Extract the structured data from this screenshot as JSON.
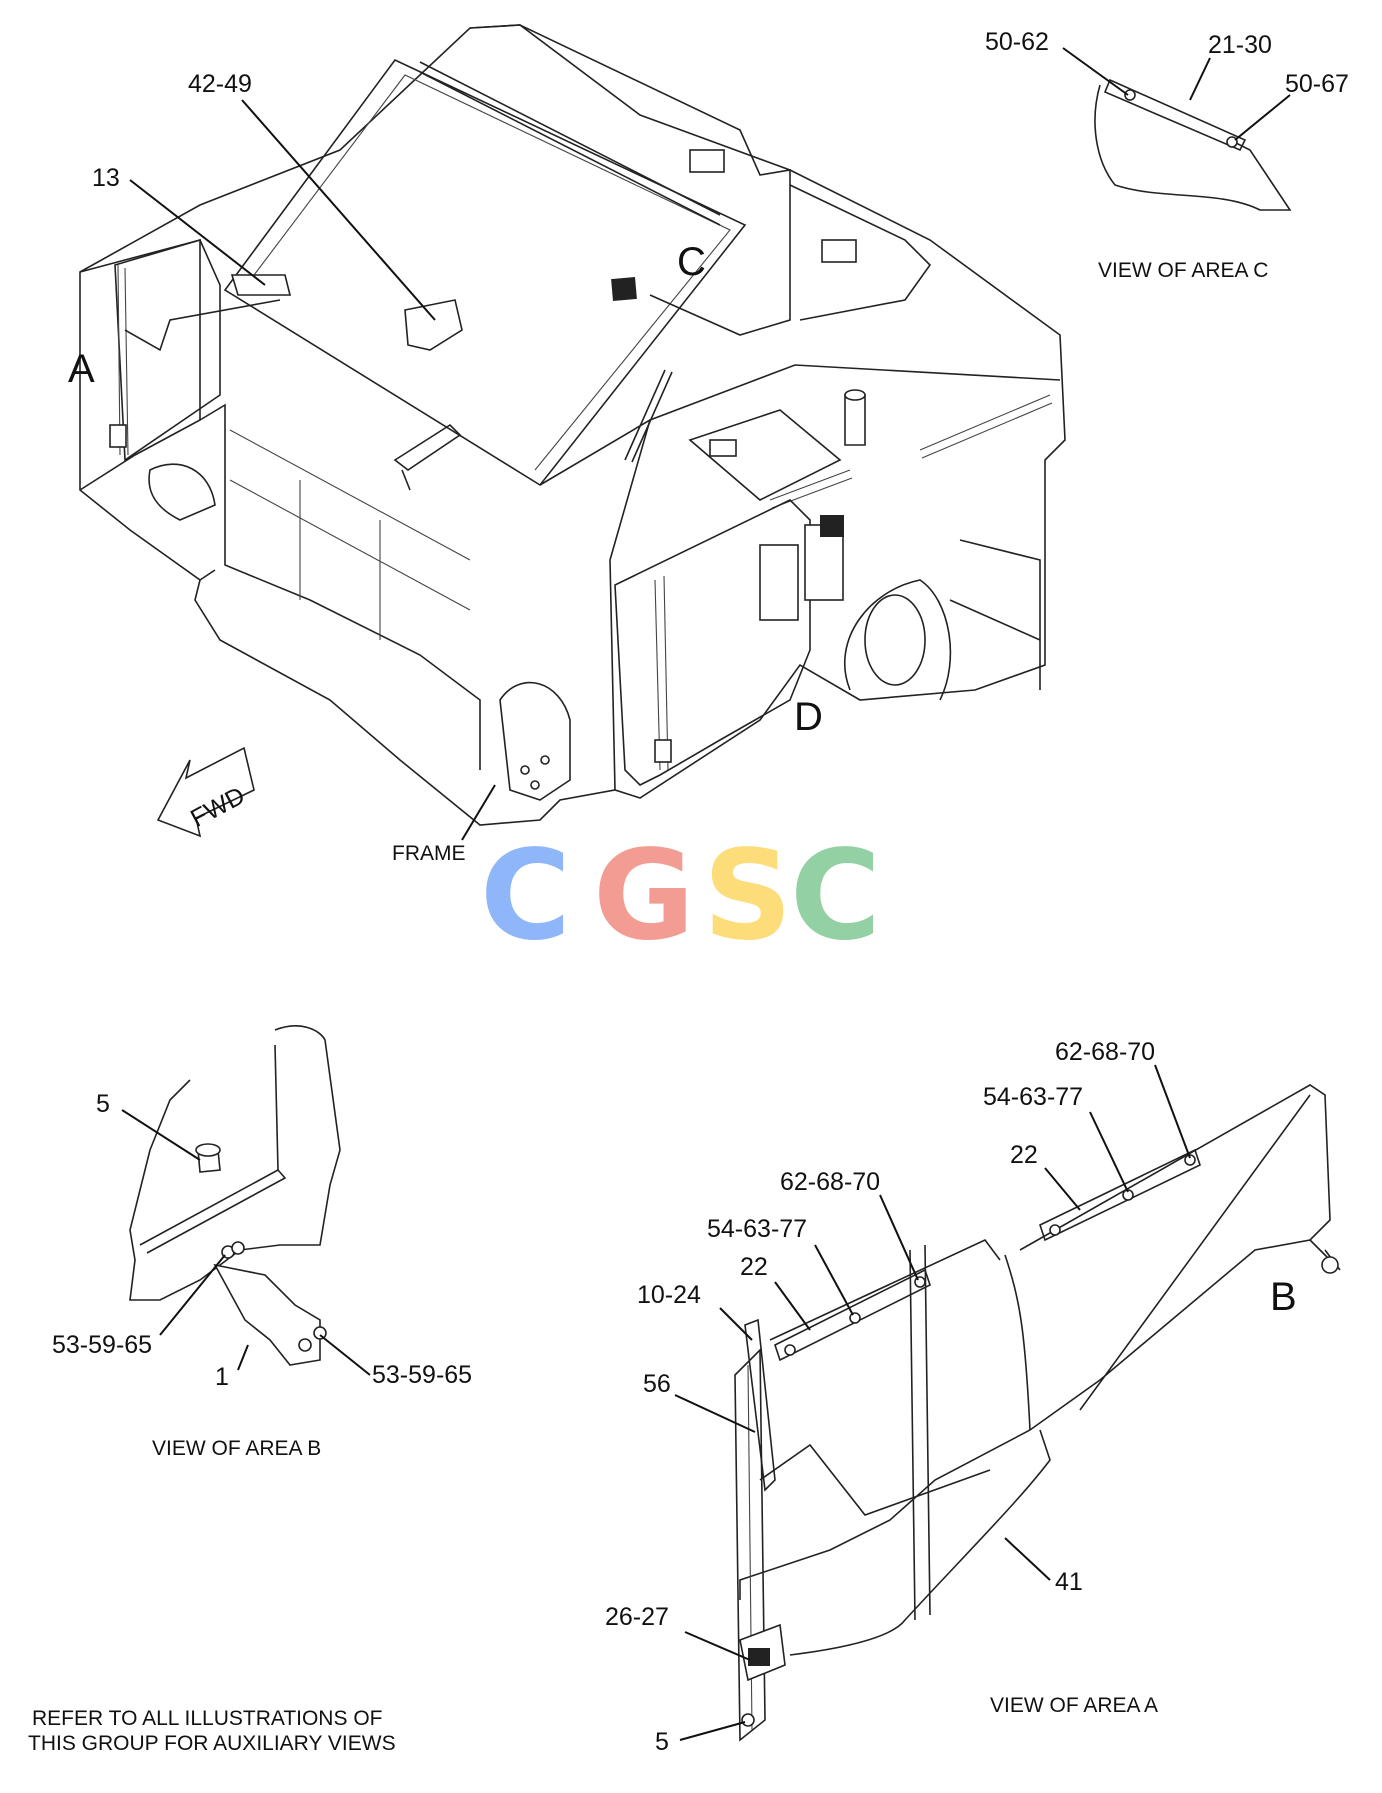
{
  "main_view": {
    "callouts": {
      "c42_49": "42-49",
      "c13": "13"
    },
    "area_letters": {
      "a": "A",
      "c": "C",
      "d": "D"
    },
    "fwd_label": "FWD",
    "frame_label": "FRAME"
  },
  "view_c": {
    "callouts": {
      "c50_62": "50-62",
      "c21_30": "21-30",
      "c50_67": "50-67"
    },
    "caption": "VIEW OF AREA C"
  },
  "view_b": {
    "callouts": {
      "c5": "5",
      "c53_59_65_left": "53-59-65",
      "c53_59_65_right": "53-59-65",
      "c1": "1"
    },
    "caption": "VIEW OF AREA B"
  },
  "view_a": {
    "callouts": {
      "c62_68_70_upper": "62-68-70",
      "c54_63_77_upper": "54-63-77",
      "c22_upper": "22",
      "c62_68_70_lower": "62-68-70",
      "c54_63_77_lower": "54-63-77",
      "c22_lower": "22",
      "c10_24": "10-24",
      "c56": "56",
      "c41": "41",
      "c26_27": "26-27",
      "c5": "5",
      "b": "B"
    },
    "caption": "VIEW OF AREA A"
  },
  "note": {
    "line1": "REFER TO ALL ILLUSTRATIONS OF",
    "line2": "THIS GROUP FOR AUXILIARY VIEWS"
  },
  "watermark": {
    "letters": [
      "C",
      "G",
      "S",
      "C"
    ],
    "colors": [
      "#7baaf7",
      "#f28b82",
      "#fdd663",
      "#81c995"
    ]
  }
}
